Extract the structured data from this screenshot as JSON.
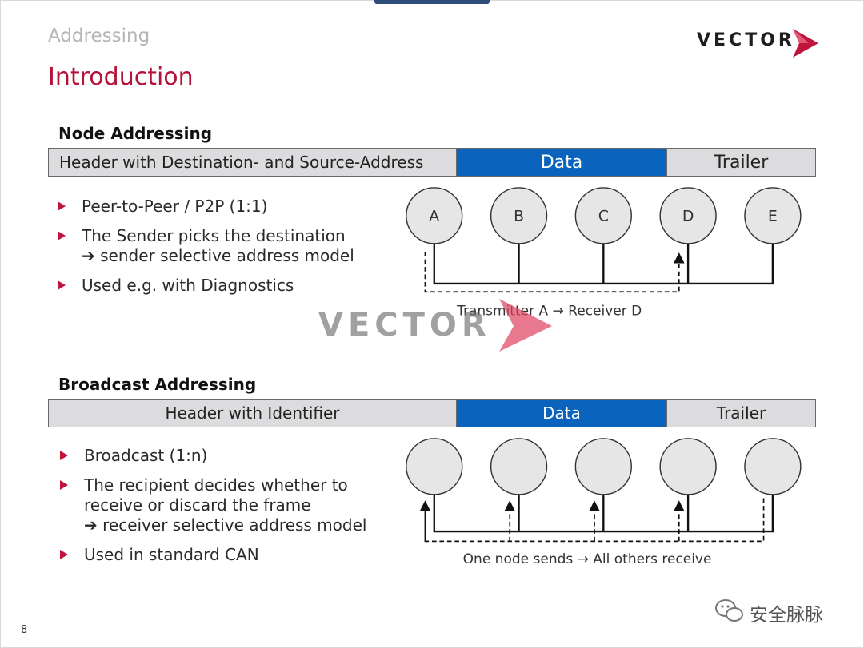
{
  "breadcrumb": "Addressing",
  "title": "Introduction",
  "logo": {
    "text": "VECTOR",
    "mark_color": "#c0143c"
  },
  "node_section": {
    "heading": "Node Addressing",
    "frame": {
      "header": "Header with Destination- and Source-Address",
      "data": "Data",
      "trailer": "Trailer"
    },
    "bullets": [
      {
        "line1": "Peer-to-Peer / P2P (1:1)",
        "line2": ""
      },
      {
        "line1": "The Sender picks the destination",
        "line2": "➔ sender selective address model"
      },
      {
        "line1": "Used e.g. with Diagnostics",
        "line2": ""
      }
    ],
    "nodes": [
      "A",
      "B",
      "C",
      "D",
      "E"
    ],
    "caption": "Transmitter A → Receiver D"
  },
  "broadcast_section": {
    "heading": "Broadcast Addressing",
    "frame": {
      "header": "Header with Identifier",
      "data": "Data",
      "trailer": "Trailer"
    },
    "bullets": [
      {
        "line1": "Broadcast (1:n)",
        "line2": ""
      },
      {
        "line1": "The recipient decides whether to",
        "line2": "receive or discard the frame"
      },
      {
        "line1": "Used in standard CAN",
        "line2": ""
      }
    ],
    "bullet2_line3": "➔ receiver selective address model",
    "caption": "One node sends → All others receive"
  },
  "watermark": {
    "text": "VECTOR"
  },
  "wechat": {
    "text": "安全脉脉"
  },
  "page_number": "8",
  "colors": {
    "accent_red": "#c0143c",
    "data_blue": "#0a64bd",
    "frame_gray": "#dcdcde",
    "node_fill": "#e6e6e6"
  }
}
